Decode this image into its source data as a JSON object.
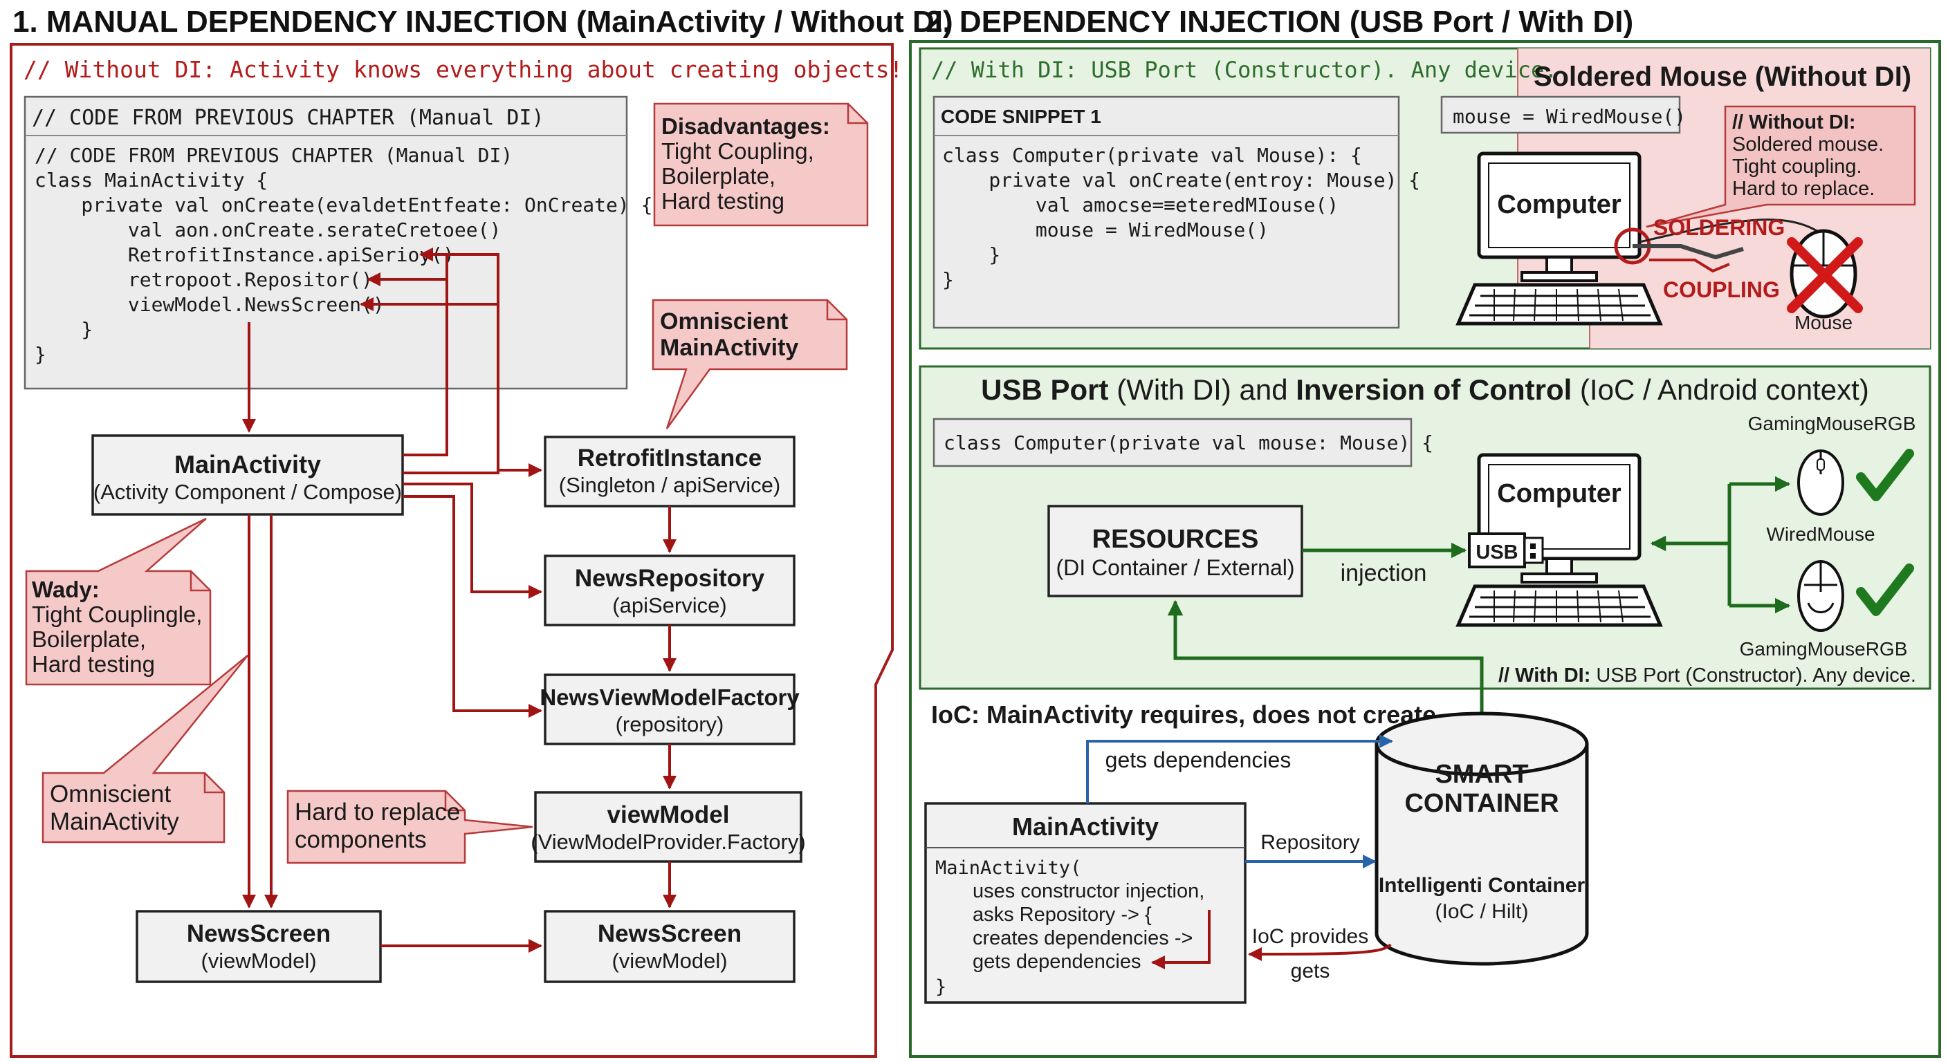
{
  "left": {
    "title": "1. MANUAL DEPENDENCY INJECTION (MainActivity / Without DI)",
    "comment": "// Without DI: Activity knows everything about creating objects!",
    "code_header": "// CODE FROM PREVIOUS CHAPTER (Manual DI)",
    "code_lines": [
      "// CODE FROM PREVIOUS CHAPTER (Manual DI)",
      "class MainActivity {",
      "    private val onCreate(evaldetEntfeate: OnCreate) {",
      "        val aon.onCreate.serateCretoee()",
      "        RetrofitInstance.apiSerioy()",
      "        retropoot.Repositor()",
      "        viewModel.NewsScreen()",
      "    }",
      "}"
    ],
    "note_disadvantages": [
      "Disadvantages:",
      "Tight Coupling,",
      "Boilerplate,",
      "Hard testing"
    ],
    "note_omniscient_top": [
      "Omniscient",
      "MainActivity"
    ],
    "note_wady": [
      "Wady:",
      "Tight Couplingle,",
      "Boilerplate,",
      "Hard testing"
    ],
    "note_omniscient_left": [
      "Omniscient",
      "MainActivity"
    ],
    "note_hard_replace": [
      "Hard to replace",
      "components"
    ],
    "boxes": {
      "main_activity": [
        "MainActivity",
        "(Activity Component / Compose)"
      ],
      "retrofit": [
        "RetrofitInstance",
        "(Singleton / apiService)"
      ],
      "news_repo": [
        "NewsRepository",
        "(apiService)"
      ],
      "factory": [
        "NewsViewModelFactory",
        "(repository)"
      ],
      "view_model": [
        "viewModel",
        "(ViewModelProvider.Factory)"
      ],
      "news_screen_left": [
        "NewsScreen",
        "(viewModel)"
      ],
      "news_screen_right": [
        "NewsScreen",
        "(viewModel)"
      ]
    }
  },
  "right": {
    "title": "2. DEPENDENCY INJECTION (USB Port / With DI)",
    "top_comment": "// With DI: USB Port (Constructor). Any device.",
    "snippet_title": "CODE SNIPPET 1",
    "snippet_lines": [
      "class Computer(private val Mouse): {",
      "    private val onCreate(entroy: Mouse) {",
      "        val amocse=≡eteredMIouse()",
      "        mouse = WiredMouse()",
      "    }",
      "}"
    ],
    "soldered_title": "Soldered Mouse (Without DI)",
    "wired_code": "mouse = WiredMouse()",
    "without_di_note": [
      "// Without DI:",
      "Soldered mouse.",
      "Tight coupling.",
      "Hard to replace."
    ],
    "computer_label": "Computer",
    "soldering": "SOLDERING",
    "coupling": "COUPLING",
    "mouse_label": "Mouse",
    "usb_title_parts": [
      "USB Port",
      " (With DI) and ",
      "Inversion of Control",
      " (IoC / Android context)"
    ],
    "usb_code": "class Computer(private val mouse: Mouse) {",
    "resources": [
      "RESOURCES",
      "(DI Container / External)"
    ],
    "injection": "injection",
    "usb_label": "USB",
    "computer_label_2": "Computer",
    "gaming_mouse_top": "GamingMouseRGB",
    "wired_mouse": "WiredMouse",
    "gaming_mouse_bottom": "GamingMouseRGB",
    "with_di_note_bold": "// With DI:",
    "with_di_note_rest": " USB Port (Constructor). Any device.",
    "ioc_title": "IoC: MainActivity requires, does not create",
    "gets_dependencies": "gets dependencies",
    "smart_container": [
      "SMART",
      "CONTAINER"
    ],
    "intelligent_container": [
      "Intelligenti Container",
      "(IoC / Hilt)"
    ],
    "main_activity_title": "MainActivity",
    "main_activity_lines": [
      "MainActivity(",
      "uses constructor injection,",
      "asks Repository -> {",
      "creates dependencies ->",
      "gets dependencies",
      "}"
    ],
    "repository": "Repository",
    "ioc_provides": "IoC provides",
    "gets": "gets"
  },
  "colors": {
    "red_frame": "#a51d1d",
    "green_frame": "#2a6a2a",
    "note_fill": "#f6c9c9",
    "panel_green": "#e7f3e2",
    "panel_red": "#f7d9d9",
    "check_green": "#1f7a1f",
    "cross_red": "#d21919",
    "blue_arrow": "#2a64a8"
  },
  "icons": [
    "computer-icon",
    "keyboard-icon",
    "mouse-icon",
    "cross-icon",
    "check-icon",
    "usb-plug-icon",
    "cylinder-icon"
  ]
}
